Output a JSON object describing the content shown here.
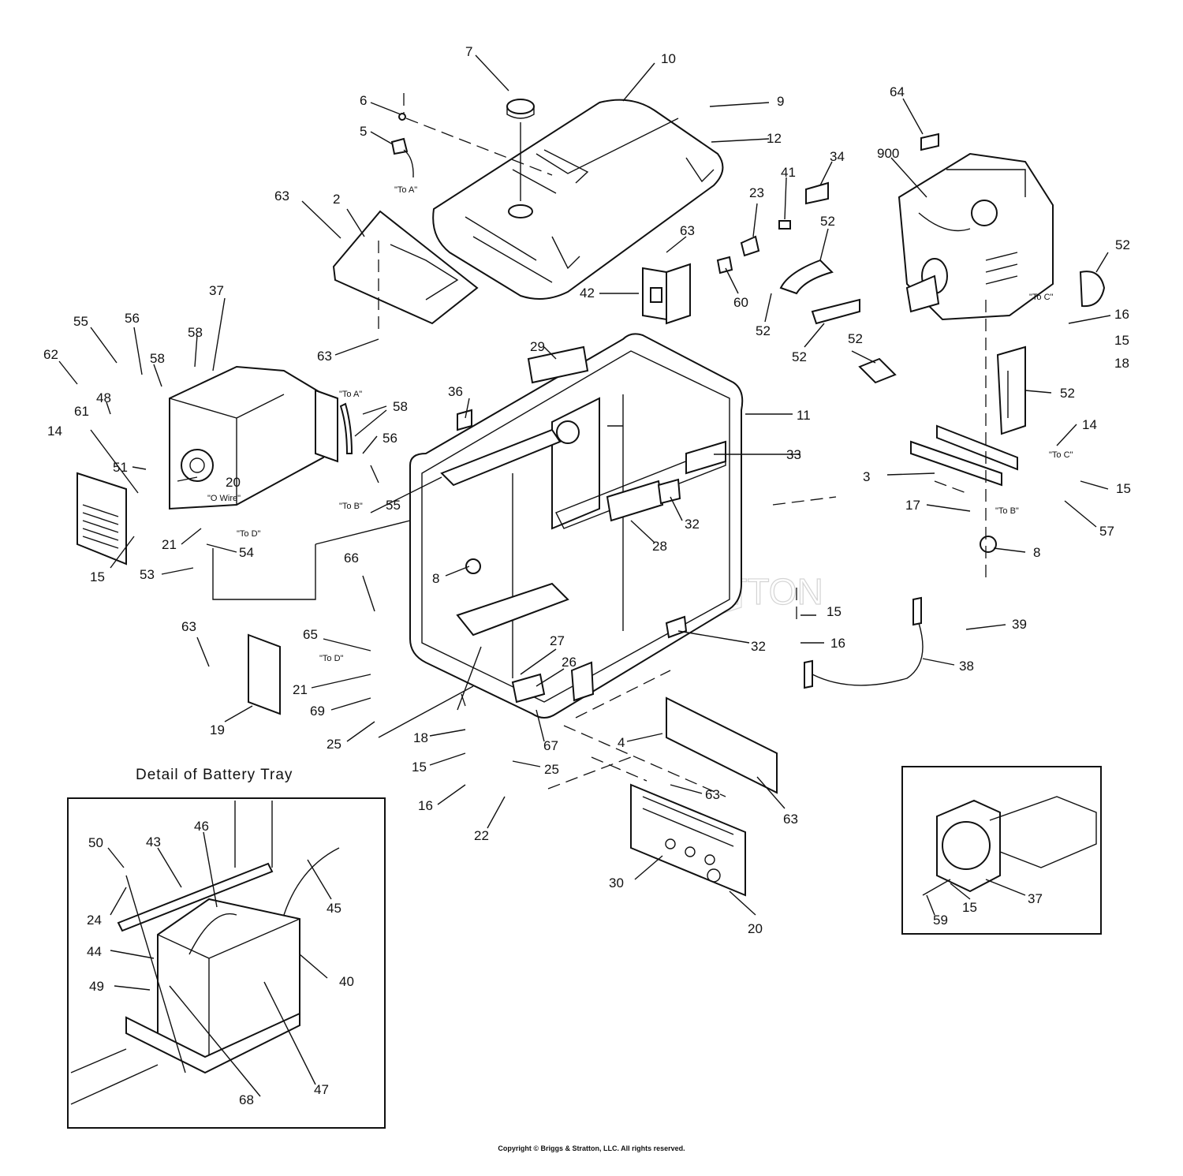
{
  "detail_title": "Detail of Battery Tray",
  "copyright": "Copyright © Briggs & Stratton, LLC. All rights reserved.",
  "watermark": "BRIGGS & STRATTON",
  "callouts": {
    "c7": "7",
    "c10": "10",
    "c6": "6",
    "c5": "5",
    "c9": "9",
    "c12": "12",
    "c64": "64",
    "c900": "900",
    "c34": "34",
    "c41": "41",
    "c23": "23",
    "c63a": "63",
    "c2": "2",
    "c63b": "63",
    "c52a": "52",
    "c52b": "52",
    "c42": "42",
    "c60": "60",
    "c52c": "52",
    "c52d": "52",
    "c52e": "52",
    "c16a": "16",
    "c15a": "15",
    "c18a": "18",
    "c52f": "52",
    "c37a": "37",
    "c55a": "55",
    "c56a": "56",
    "c58a": "58",
    "c62": "62",
    "c58b": "58",
    "c48": "48",
    "c63c": "63",
    "c29": "29",
    "c11": "11",
    "c36": "36",
    "c58c": "58",
    "c56b": "56",
    "c14a": "14",
    "c33": "33",
    "c61": "61",
    "c51": "51",
    "c14b": "14",
    "c3": "3",
    "c15b": "15",
    "c20a": "20",
    "c55b": "55",
    "c32a": "32",
    "c17": "17",
    "c57": "57",
    "c28": "28",
    "c21a": "21",
    "c54": "54",
    "c8a": "8",
    "c15c": "15",
    "c53": "53",
    "c66": "66",
    "c8b": "8",
    "c39": "39",
    "c63d": "63",
    "c15d": "15",
    "c65": "65",
    "c16b": "16",
    "c32b": "32",
    "c27": "27",
    "c26": "26",
    "c21b": "21",
    "c38": "38",
    "c19": "19",
    "c69": "69",
    "c25a": "25",
    "c18b": "18",
    "c67": "67",
    "c4": "4",
    "c15e": "15",
    "c25b": "25",
    "c16c": "16",
    "c63e": "63",
    "c63f": "63",
    "c22": "22",
    "c50": "50",
    "c43": "43",
    "c46": "46",
    "c45": "45",
    "c24": "24",
    "c30": "30",
    "c37b": "37",
    "c44": "44",
    "c40": "40",
    "c49": "49",
    "c20b": "20",
    "c59": "59",
    "c15f": "15",
    "c47": "47",
    "c68": "68"
  },
  "wire_tags": {
    "to_a_1": "\"To A\"",
    "to_a_2": "\"To A\"",
    "to_b_1": "\"To B\"",
    "to_b_2": "\"To B\"",
    "to_c_1": "\"To C\"",
    "to_c_2": "\"To C\"",
    "to_d_1": "\"To D\"",
    "to_d_2": "\"To D\"",
    "o_wire": "\"O Wire\""
  }
}
